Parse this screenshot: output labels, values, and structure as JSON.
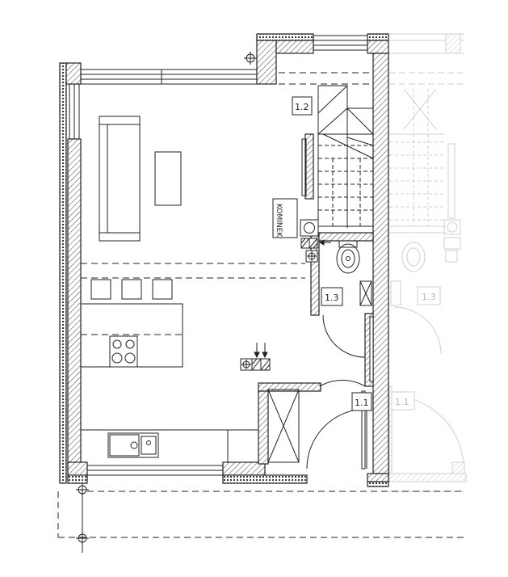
{
  "rooms": {
    "room_1_1": "1.1",
    "room_1_2": "1.2",
    "room_1_3": "1.3",
    "mirror_1_1": "1.1",
    "mirror_1_3": "1.3"
  },
  "annotations": {
    "chimney": "KOMINEK"
  }
}
